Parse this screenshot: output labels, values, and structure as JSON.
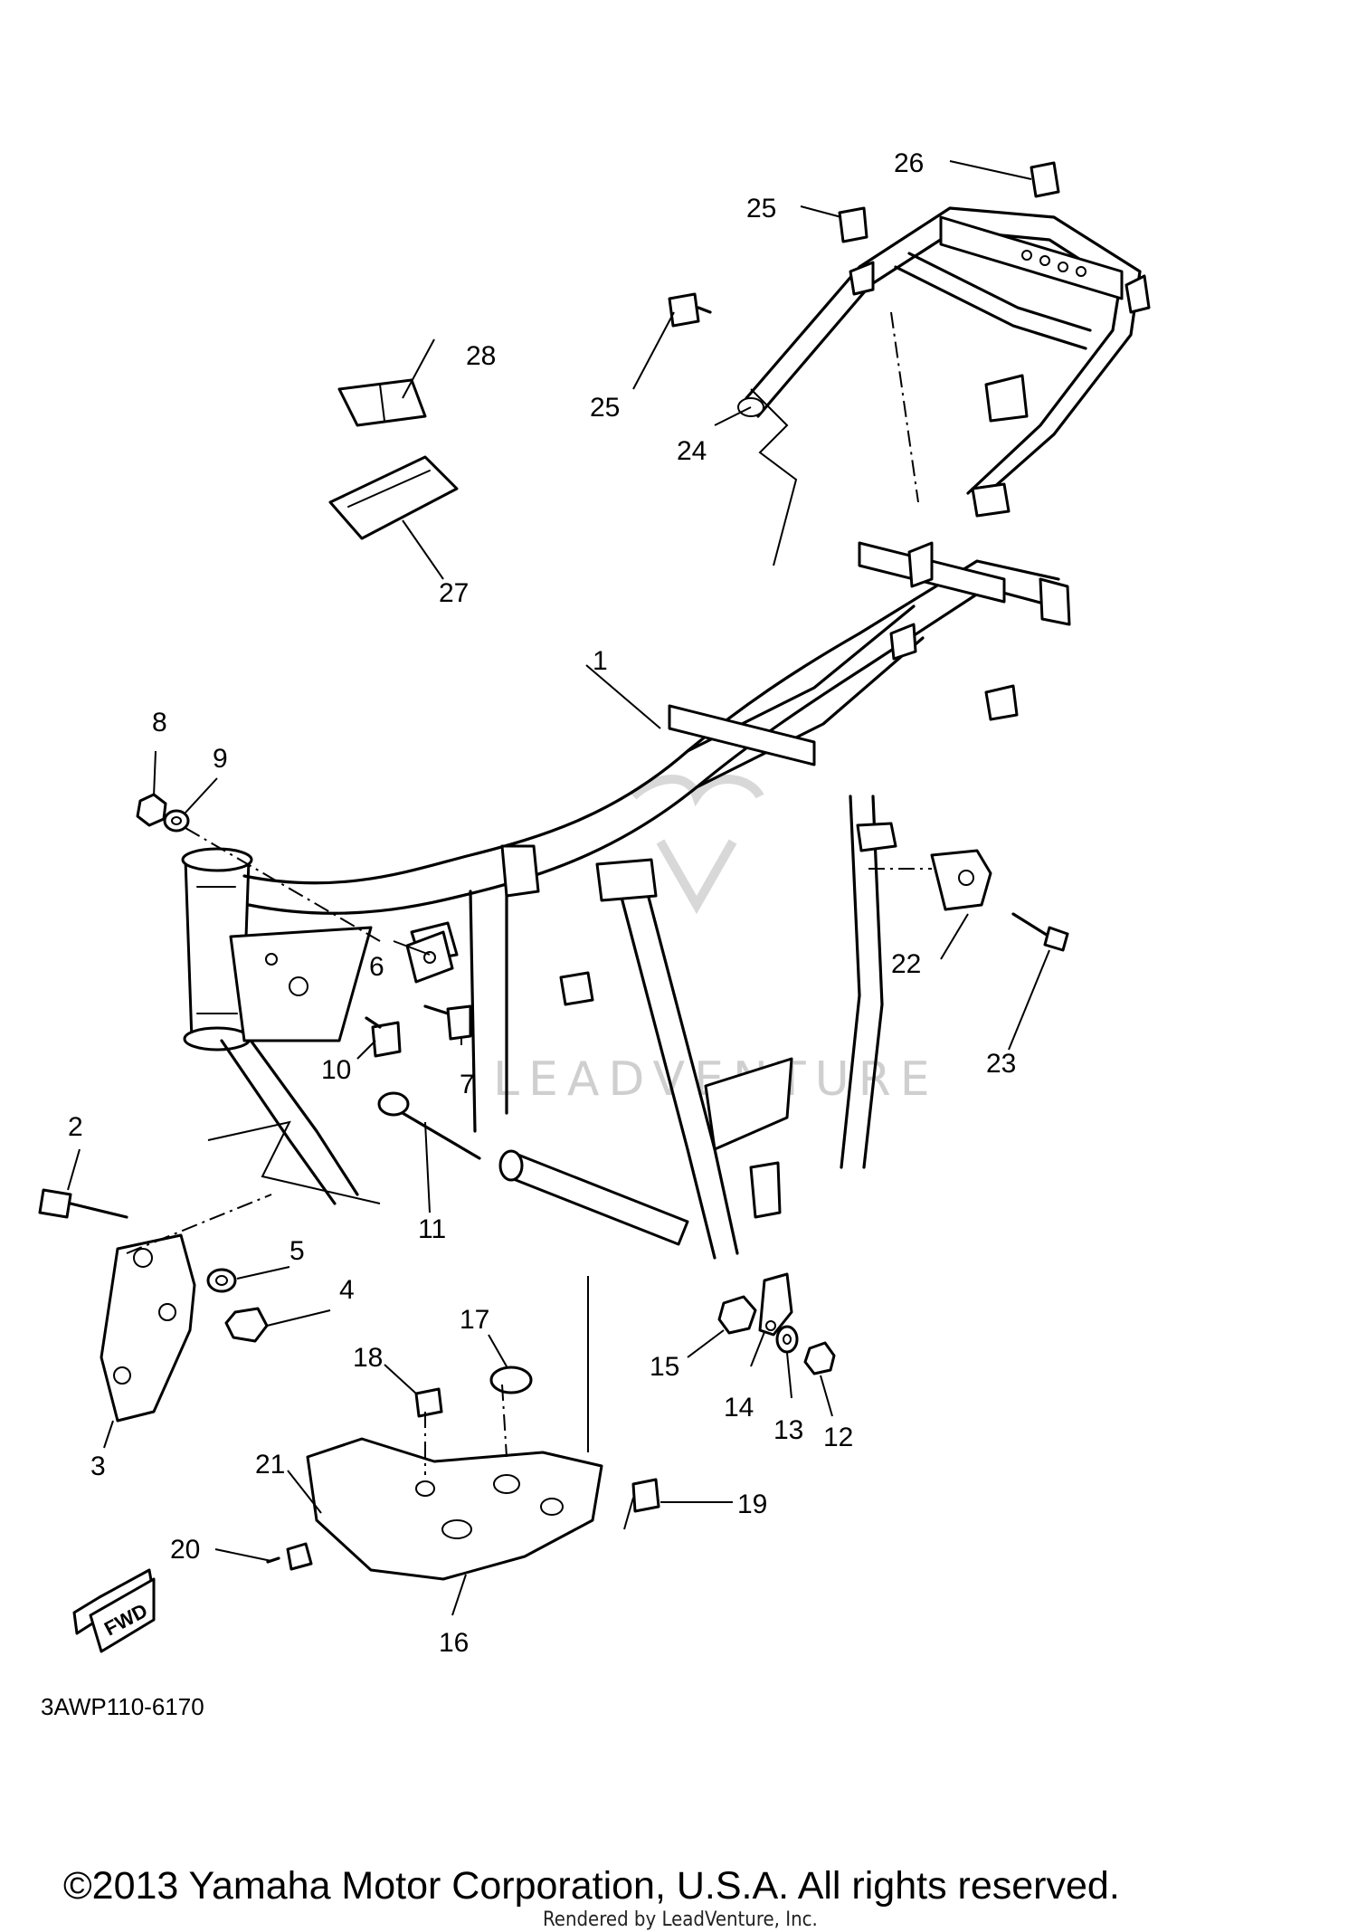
{
  "diagram": {
    "callouts": [
      {
        "id": "1",
        "text": "1"
      },
      {
        "id": "2",
        "text": "2"
      },
      {
        "id": "3",
        "text": "3"
      },
      {
        "id": "4",
        "text": "4"
      },
      {
        "id": "5",
        "text": "5"
      },
      {
        "id": "6",
        "text": "6"
      },
      {
        "id": "7",
        "text": "7"
      },
      {
        "id": "8",
        "text": "8"
      },
      {
        "id": "9",
        "text": "9"
      },
      {
        "id": "10",
        "text": "10"
      },
      {
        "id": "11",
        "text": "11"
      },
      {
        "id": "12",
        "text": "12"
      },
      {
        "id": "13",
        "text": "13"
      },
      {
        "id": "14",
        "text": "14"
      },
      {
        "id": "15",
        "text": "15"
      },
      {
        "id": "16",
        "text": "16"
      },
      {
        "id": "17",
        "text": "17"
      },
      {
        "id": "18",
        "text": "18"
      },
      {
        "id": "19",
        "text": "19"
      },
      {
        "id": "20",
        "text": "20"
      },
      {
        "id": "21",
        "text": "21"
      },
      {
        "id": "22",
        "text": "22"
      },
      {
        "id": "23",
        "text": "23"
      },
      {
        "id": "24",
        "text": "24"
      },
      {
        "id": "25a",
        "text": "25"
      },
      {
        "id": "25b",
        "text": "25"
      },
      {
        "id": "26",
        "text": "26"
      },
      {
        "id": "27",
        "text": "27"
      },
      {
        "id": "28",
        "text": "28"
      }
    ],
    "fwd_label": "FWD",
    "drawing_code": "3AWP110-6170",
    "watermark": "LEADVENTURE",
    "copyright": "©2013 Yamaha Motor Corporation, U.S.A. All rights reserved.",
    "rendered_by": "Rendered by LeadVenture, Inc."
  }
}
